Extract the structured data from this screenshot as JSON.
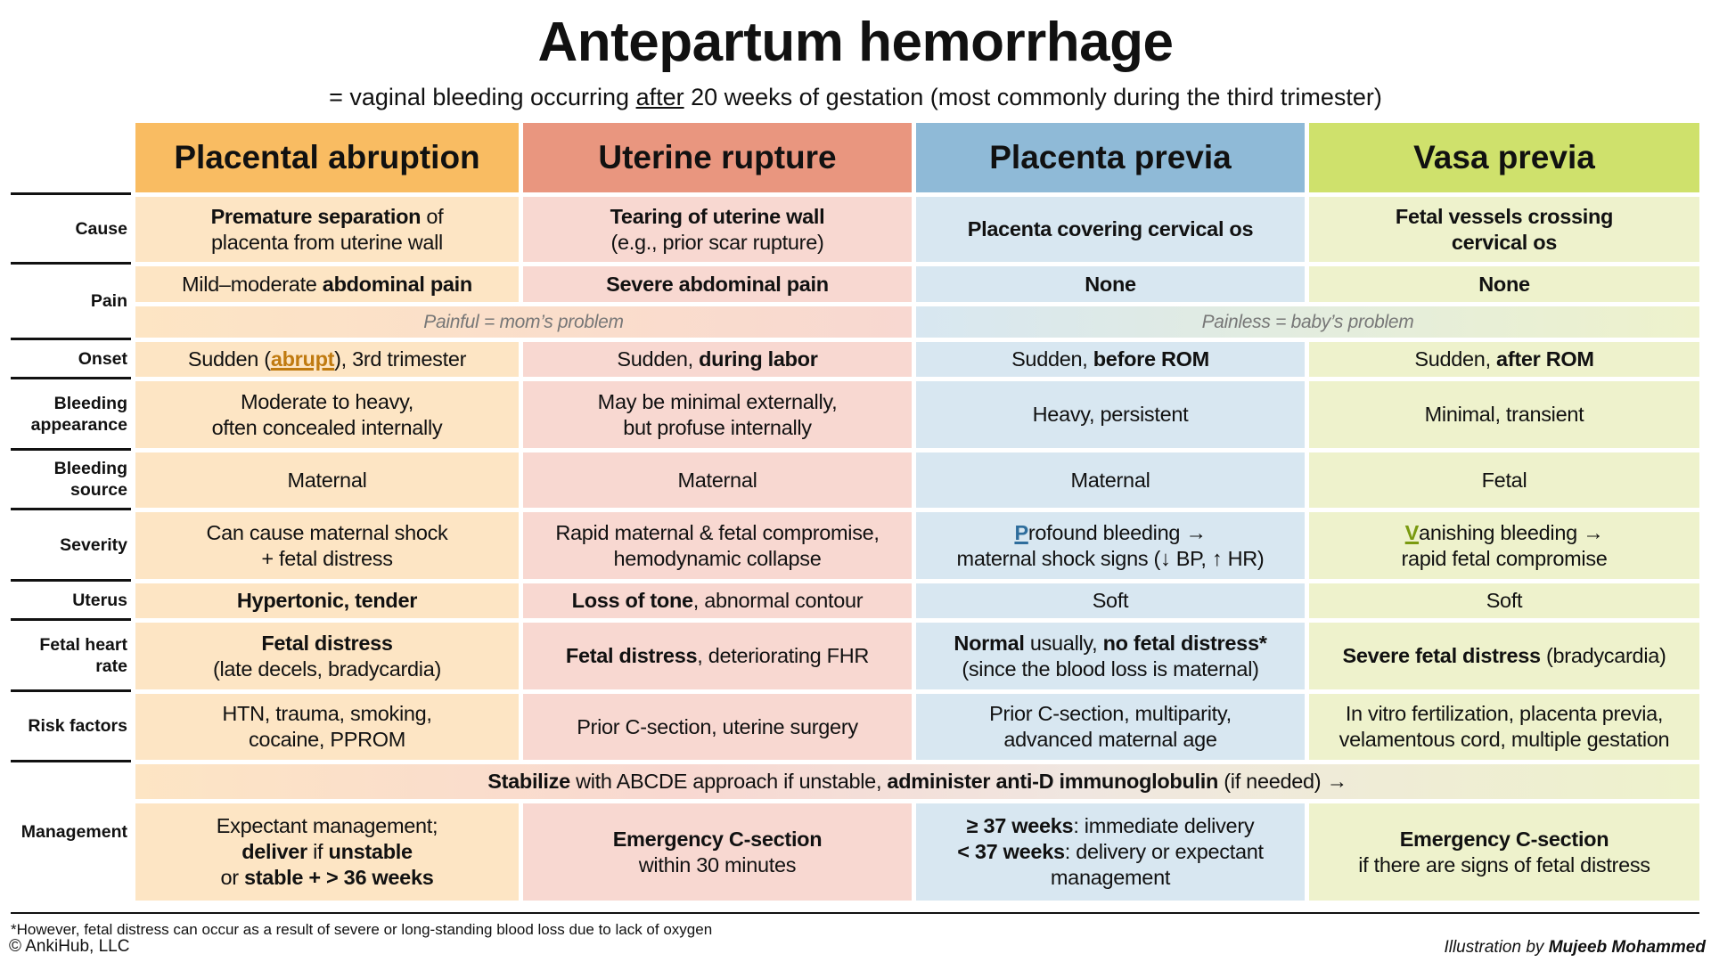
{
  "title": "Antepartum hemorrhage",
  "subtitle": {
    "pre": "= vaginal bleeding occurring ",
    "underlined": "after",
    "post": " 20 weeks of gestation (most commonly during the third trimester)"
  },
  "colors": {
    "headers": [
      "#f9bc62",
      "#e9967f",
      "#8fbad7",
      "#cfe16c"
    ],
    "cells": [
      "#fde5c4",
      "#f8d8d1",
      "#d8e7f1",
      "#eef2cc"
    ],
    "underline": [
      "#c07a10",
      "",
      "#2e6d9c",
      "#7a9a10"
    ]
  },
  "columns": [
    "Placental abruption",
    "Uterine rupture",
    "Placenta previa",
    "Vasa previa"
  ],
  "rows": [
    {
      "label": "Cause",
      "cells": [
        [
          [
            "Premature separation",
            "b"
          ],
          [
            " of\nplacenta from uterine wall",
            ""
          ]
        ],
        [
          [
            "Tearing of uterine wall",
            "b"
          ],
          [
            "\n(e.g., prior scar rupture)",
            ""
          ]
        ],
        [
          [
            "Placenta covering cervical os",
            "b"
          ]
        ],
        [
          [
            "Fetal vessels crossing\ncervical os",
            "b"
          ]
        ]
      ]
    },
    {
      "label": "Pain",
      "cells": [
        [
          [
            "Mild–moderate ",
            ""
          ],
          [
            "abdominal pain",
            "b"
          ]
        ],
        [
          [
            "Severe abdominal pain",
            "b"
          ]
        ],
        [
          [
            "None",
            "b"
          ]
        ],
        [
          [
            "None",
            "b"
          ]
        ]
      ],
      "notes": [
        "Painful = mom’s problem",
        "Painless = baby’s problem"
      ]
    },
    {
      "label": "Onset",
      "cells": [
        [
          [
            "Sudden (",
            ""
          ],
          [
            "abrupt",
            "u"
          ],
          [
            "), 3rd trimester",
            ""
          ]
        ],
        [
          [
            "Sudden, ",
            ""
          ],
          [
            "during labor",
            "b"
          ]
        ],
        [
          [
            "Sudden, ",
            ""
          ],
          [
            "before ROM",
            "b"
          ]
        ],
        [
          [
            "Sudden, ",
            ""
          ],
          [
            "after ROM",
            "b"
          ]
        ]
      ]
    },
    {
      "label": "Bleeding\nappearance",
      "cells": [
        [
          [
            "Moderate to heavy,\noften concealed internally",
            ""
          ]
        ],
        [
          [
            "May be minimal externally,\nbut profuse internally",
            ""
          ]
        ],
        [
          [
            "Heavy, persistent",
            ""
          ]
        ],
        [
          [
            "Minimal, transient",
            ""
          ]
        ]
      ]
    },
    {
      "label": "Bleeding\nsource",
      "cells": [
        [
          [
            "Maternal",
            ""
          ]
        ],
        [
          [
            "Maternal",
            ""
          ]
        ],
        [
          [
            "Maternal",
            ""
          ]
        ],
        [
          [
            "Fetal",
            ""
          ]
        ]
      ]
    },
    {
      "label": "Severity",
      "cells": [
        [
          [
            "Can cause maternal shock\n+ fetal distress",
            ""
          ]
        ],
        [
          [
            "Rapid maternal & fetal compromise,\nhemodynamic collapse",
            ""
          ]
        ],
        [
          [
            "P",
            "u"
          ],
          [
            "rofound bleeding →\nmaternal shock signs (↓ BP, ↑ HR)",
            ""
          ]
        ],
        [
          [
            "V",
            "u"
          ],
          [
            "anishing bleeding →\nrapid fetal compromise",
            ""
          ]
        ]
      ]
    },
    {
      "label": "Uterus",
      "cells": [
        [
          [
            "Hypertonic, tender",
            "b"
          ]
        ],
        [
          [
            "Loss of tone",
            "b"
          ],
          [
            ", abnormal contour",
            ""
          ]
        ],
        [
          [
            "Soft",
            ""
          ]
        ],
        [
          [
            "Soft",
            ""
          ]
        ]
      ]
    },
    {
      "label": "Fetal heart\nrate",
      "cells": [
        [
          [
            "Fetal distress",
            "b"
          ],
          [
            "\n(late decels, bradycardia)",
            ""
          ]
        ],
        [
          [
            "Fetal distress",
            "b"
          ],
          [
            ", deteriorating FHR",
            ""
          ]
        ],
        [
          [
            "Normal",
            "b"
          ],
          [
            " usually, ",
            ""
          ],
          [
            "no fetal distress*",
            "b"
          ],
          [
            "\n(since the blood loss is maternal)",
            ""
          ]
        ],
        [
          [
            "Severe fetal distress",
            "b"
          ],
          [
            " (bradycardia)",
            ""
          ]
        ]
      ]
    },
    {
      "label": "Risk factors",
      "cells": [
        [
          [
            "HTN, trauma, smoking,\ncocaine, PPROM",
            ""
          ]
        ],
        [
          [
            "Prior C-section, uterine surgery",
            ""
          ]
        ],
        [
          [
            "Prior C-section, multiparity,\nadvanced maternal age",
            ""
          ]
        ],
        [
          [
            "In vitro fertilization, placenta previa,\nvelamentous cord, multiple gestation",
            ""
          ]
        ]
      ]
    },
    {
      "label": "Management",
      "banner": [
        [
          "Stabilize",
          "b"
        ],
        [
          " with ABCDE approach if unstable, ",
          ""
        ],
        [
          "administer anti-D immunoglobulin",
          "b"
        ],
        [
          " (if needed) →",
          ""
        ]
      ],
      "cells": [
        [
          [
            "Expectant management;\n",
            ""
          ],
          [
            "deliver",
            "b"
          ],
          [
            " if ",
            ""
          ],
          [
            "unstable",
            "b"
          ],
          [
            "\nor ",
            ""
          ],
          [
            "stable + > 36 weeks",
            "b"
          ]
        ],
        [
          [
            "Emergency C-section",
            "b"
          ],
          [
            "\nwithin 30 minutes",
            ""
          ]
        ],
        [
          [
            "≥ 37 weeks",
            "b"
          ],
          [
            ": immediate delivery\n",
            ""
          ],
          [
            "< 37 weeks",
            "b"
          ],
          [
            ": delivery or expectant\nmanagement",
            ""
          ]
        ],
        [
          [
            "Emergency C-section",
            "b"
          ],
          [
            "\nif there are signs of fetal distress",
            ""
          ]
        ]
      ]
    }
  ],
  "footnote": "*However, fetal distress can occur as a result of severe or long-standing blood loss due to lack of oxygen",
  "copyright": "© AnkiHub, LLC",
  "credit": {
    "pre": "Illustration by ",
    "name": "Mujeeb Mohammed"
  }
}
